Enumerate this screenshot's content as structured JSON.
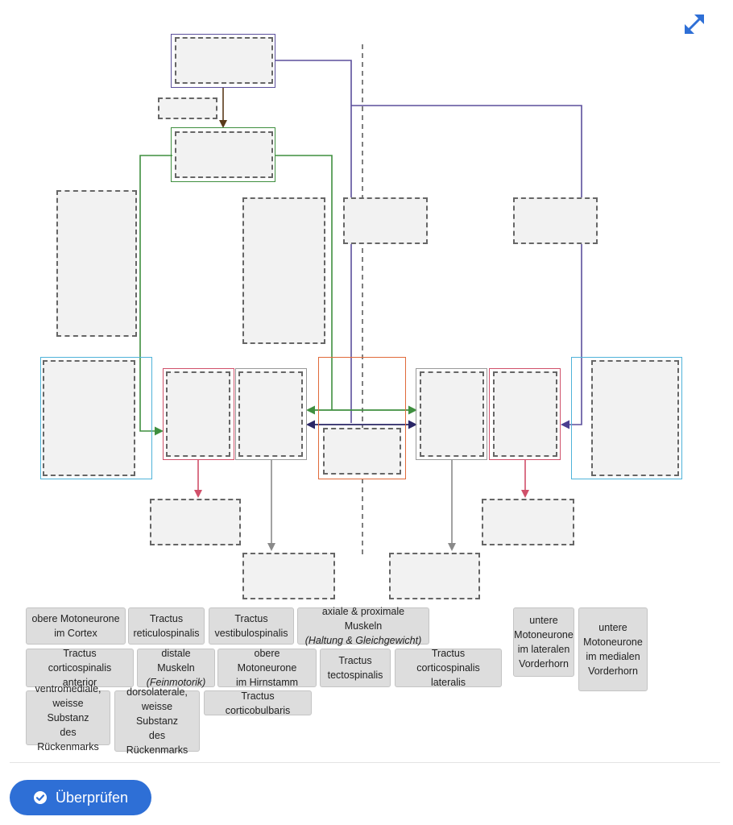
{
  "toolbar": {
    "expand_icon": "fullscreen-expand-icon"
  },
  "colors": {
    "purple": "#5b4f9c",
    "green": "#3f8f3f",
    "brown": "#5a3a1a",
    "pink": "#d0506a",
    "gray": "#8a8a8a",
    "cyan": "#4fb3d9",
    "orange": "#e06a3a",
    "dark_navy": "#2a2666",
    "accent": "#2e6fd6"
  },
  "chips": [
    {
      "lines": [
        "obere Motoneurone",
        "im Cortex"
      ]
    },
    {
      "lines": [
        "Tractus",
        "reticulospinalis"
      ]
    },
    {
      "lines": [
        "Tractus",
        "vestibulospinalis"
      ]
    },
    {
      "lines": [
        "axiale & proximale Muskeln",
        "(Haltung & Gleichgewicht)"
      ]
    },
    {
      "lines": [
        "untere",
        "Motoneurone",
        "im lateralen",
        "Vorderhorn"
      ]
    },
    {
      "lines": [
        "untere",
        "Motoneurone",
        "im medialen",
        "Vorderhorn"
      ]
    },
    {
      "lines": [
        "Tractus corticospinalis",
        "anterior"
      ]
    },
    {
      "lines": [
        "distale Muskeln",
        "(Feinmotorik)"
      ]
    },
    {
      "lines": [
        "obere Motoneurone",
        "im Hirnstamm"
      ]
    },
    {
      "lines": [
        "Tractus",
        "tectospinalis"
      ]
    },
    {
      "lines": [
        "Tractus corticospinalis",
        "lateralis"
      ]
    },
    {
      "lines": [
        "ventromediale,",
        "weisse Substanz",
        "des",
        "Rückenmarks"
      ]
    },
    {
      "lines": [
        "dorsolaterale,",
        "weisse Substanz",
        "des Rückenmarks"
      ]
    },
    {
      "lines": [
        "Tractus corticobulbaris"
      ]
    }
  ],
  "check_button": {
    "label": "Überprüfen",
    "icon": "check-circle-icon"
  }
}
